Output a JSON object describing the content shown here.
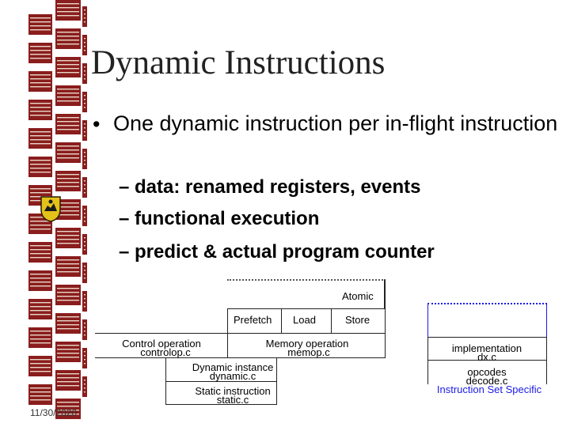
{
  "slide": {
    "title": "Dynamic Instructions",
    "bullet": "One dynamic instruction per in-flight instruction",
    "sub_bullets": [
      "data: renamed registers, events",
      "functional execution",
      "predict & actual program counter"
    ],
    "date": "11/30/2020"
  },
  "diagram": {
    "atomic": "Atomic",
    "prefetch": "Prefetch",
    "load": "Load",
    "store": "Store",
    "control_operation": "Control operation",
    "controlop_file": "controlop.c",
    "memory_operation": "Memory operation",
    "memop_file": "memop.c",
    "dynamic_instance": "Dynamic instance",
    "dynamic_file": "dynamic.c",
    "static_instruction": "Static instruction",
    "static_file": "static.c",
    "implementation": "implementation",
    "dx_file": "dx.c",
    "opcodes": "opcodes",
    "decode_file": "decode.c",
    "isa_label": "Instruction Set Specific"
  },
  "colors": {
    "accent_blue": "#1a1ae6",
    "text": "#000000"
  }
}
